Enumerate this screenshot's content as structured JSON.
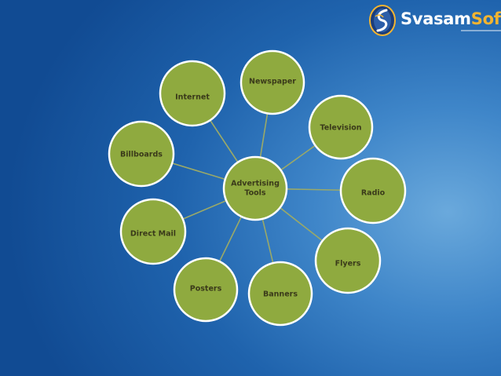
{
  "brand": {
    "name_part1": "Svasam",
    "name_part2": "Soft"
  },
  "colors": {
    "node_fill": "#8faa3f",
    "node_border": "#ffffff",
    "connector": "#9aa968",
    "label_text": "#3a3a1a",
    "background_center": "#6aa9dc",
    "background_edge": "#114b93",
    "brand_orange": "#f2b431"
  },
  "diagram": {
    "center": {
      "lines": [
        "Advertising",
        "Tools"
      ]
    },
    "nodes": [
      {
        "id": "newspaper",
        "label": "Newspaper"
      },
      {
        "id": "television",
        "label": "Television"
      },
      {
        "id": "radio",
        "label": "Radio"
      },
      {
        "id": "flyers",
        "label": "Flyers"
      },
      {
        "id": "banners",
        "label": "Banners"
      },
      {
        "id": "posters",
        "label": "Posters"
      },
      {
        "id": "direct-mail",
        "label": "Direct Mail"
      },
      {
        "id": "billboards",
        "label": "Billboards"
      },
      {
        "id": "internet",
        "label": "Internet"
      }
    ]
  }
}
